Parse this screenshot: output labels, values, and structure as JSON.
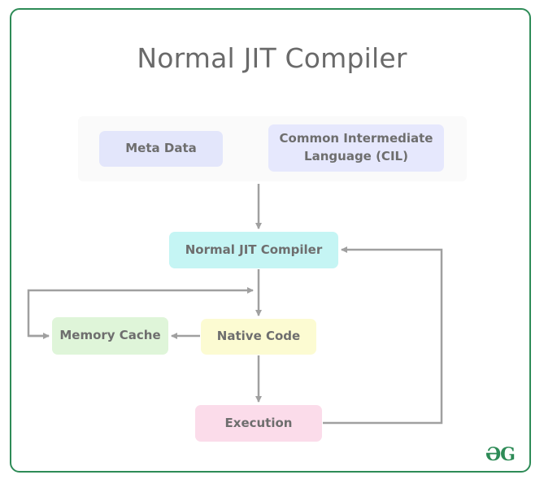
{
  "title": "Normal JIT Compiler",
  "nodes": {
    "meta_data": "Meta Data",
    "cil_line1": "Common Intermediate",
    "cil_line2": "Language (CIL)",
    "jit_compiler": "Normal JIT Compiler",
    "memory_cache": "Memory Cache",
    "native_code": "Native Code",
    "execution": "Execution"
  },
  "logo": "ƏG",
  "colors": {
    "frame_border": "#2e8b57",
    "arrow": "#a0a0a0",
    "meta_data_bg": "#e3e6fb",
    "cil_bg": "#e6e8fd",
    "jit_bg": "#c5f5f4",
    "memory_cache_bg": "#dff5d9",
    "native_code_bg": "#fcfbd2",
    "execution_bg": "#fbdcea"
  }
}
